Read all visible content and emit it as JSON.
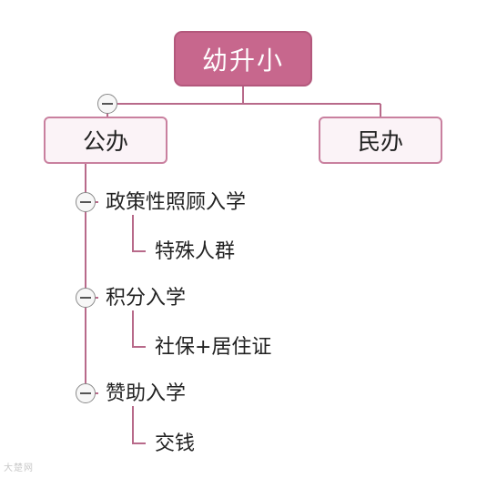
{
  "root": {
    "label": "幼升小"
  },
  "branches": [
    {
      "label": "公办"
    },
    {
      "label": "民办"
    }
  ],
  "children": [
    {
      "label": "政策性照顾入学",
      "sub": "特殊人群"
    },
    {
      "label": "积分入学",
      "sub": "社保+居住证"
    },
    {
      "label": "赞助入学",
      "sub": "交钱"
    }
  ],
  "icons": {
    "collapse": "collapse-minus-icon"
  },
  "colors": {
    "root_fill": "#c7678d",
    "branch_border": "#c9809f",
    "connector": "#b86a8a"
  },
  "watermark": "大楚网"
}
